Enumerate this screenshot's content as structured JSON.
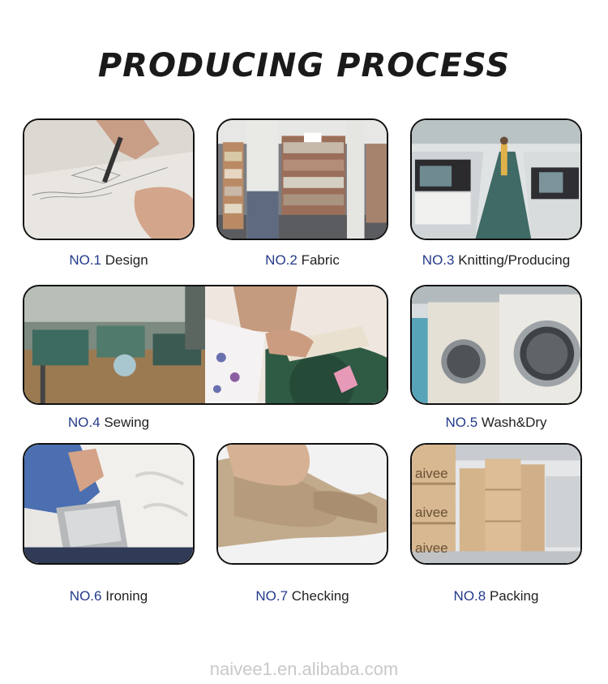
{
  "title": "PRODUCING PROCESS",
  "steps": [
    {
      "no": "NO.1",
      "label": "Design"
    },
    {
      "no": "NO.2",
      "label": "Fabric"
    },
    {
      "no": "NO.3",
      "label": "Knitting/Producing"
    },
    {
      "no": "NO.4",
      "label": "Sewing"
    },
    {
      "no": "NO.5",
      "label": "Wash&Dry"
    },
    {
      "no": "NO.6",
      "label": "Ironing"
    },
    {
      "no": "NO.7",
      "label": "Checking"
    },
    {
      "no": "NO.8",
      "label": "Packing"
    }
  ],
  "box_text": "aivee",
  "footer": "naivee1.en.alibaba.com"
}
